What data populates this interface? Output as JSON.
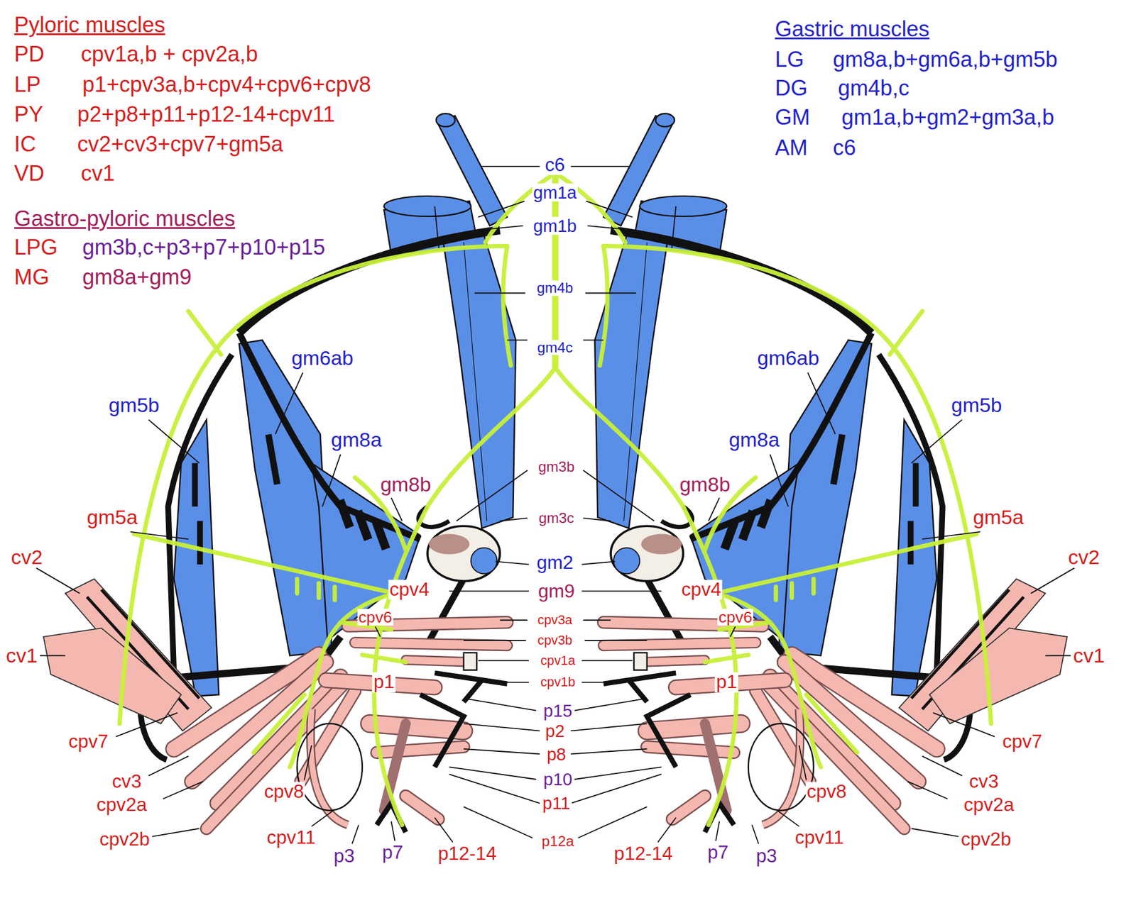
{
  "diagram": {
    "labels": [
      "Pyloric muscles",
      "PD",
      "cpv1a,b + cpv2a,b",
      "LP",
      "p1+cpv3a,b+cpv4+cpv6+cpv8",
      "PY",
      "p2+p8+p11+p12-14+cpv11",
      "IC",
      "cv2+cv3+cpv7+gm5a",
      "VD",
      "cv1",
      "Gastro-pyloric muscles",
      "LPG",
      "gm3b,c+p3+p7+p10+p15",
      "MG",
      "gm8a+gm9",
      "Gastric muscles",
      "LG",
      "gm8a,b+gm6a,b+gm5b",
      "DG",
      "gm4b,c",
      "GM",
      "gm1a,b+gm2+gm3a,b",
      "AM",
      "c6",
      "c6",
      "gm1a",
      "gm1b",
      "gm4b",
      "gm4c",
      "gm3b",
      "gm3c",
      "gm2",
      "gm9",
      "cpv3a",
      "cpv3b",
      "cpv1a",
      "cpv1b",
      "p15",
      "p2",
      "p8",
      "p10",
      "p11",
      "p12a",
      "gm6ab",
      "gm5b",
      "gm8a",
      "gm8b",
      "gm5a",
      "cv2",
      "cpv4",
      "cpv6",
      "cv1",
      "p1",
      "cpv7",
      "cv3",
      "cpv2a",
      "cpv2b",
      "cpv8",
      "cpv11",
      "p3",
      "p7",
      "p12-14",
      "gm6ab",
      "gm5b",
      "gm8a",
      "gm8b",
      "gm5a",
      "cv2",
      "cpv4",
      "cpv6",
      "cv1",
      "p1",
      "cpv7",
      "cv3",
      "cpv2a",
      "cpv2b",
      "cpv8",
      "cpv11",
      "p3",
      "p7",
      "p12-14"
    ]
  }
}
